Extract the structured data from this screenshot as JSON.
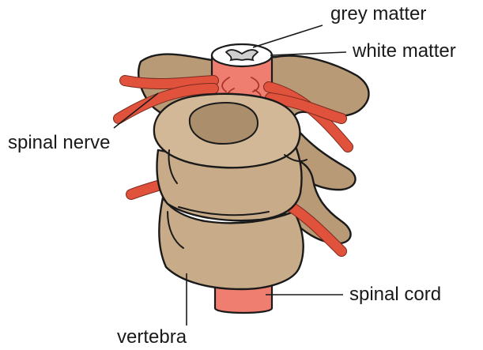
{
  "labels": {
    "grey_matter": "grey matter",
    "white_matter": "white matter",
    "spinal_nerve": "spinal nerve",
    "spinal_cord": "spinal cord",
    "vertebra": "vertebra"
  },
  "colors": {
    "bone": "#c8ab88",
    "nerve": "#e0523c",
    "cord": "#f07e70",
    "grey_matter": "#cfcfcf"
  }
}
